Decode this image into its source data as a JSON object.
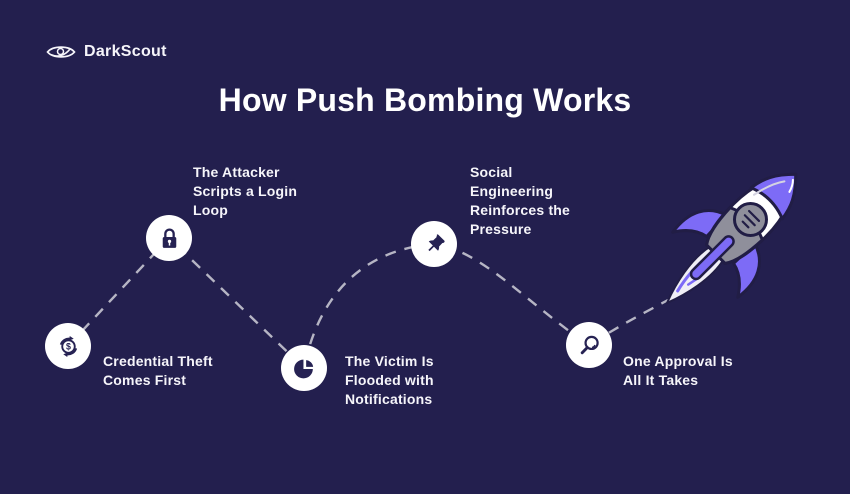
{
  "colors": {
    "background": "#231f4e",
    "accent_purple": "#7d6bf6",
    "rocket_gray": "#8f8f9b",
    "outline_navy": "#211d45",
    "dash_gray": "#b6b5c4",
    "text_white": "#f6f5fa"
  },
  "header": {
    "brand": "DarkScout",
    "logo_icon": "eye-swoosh-icon"
  },
  "title": "How Push Bombing Works",
  "steps": [
    {
      "id": 1,
      "icon": "dollar-cycle-icon",
      "label": "Credential Theft\nComes First"
    },
    {
      "id": 2,
      "icon": "lock-icon",
      "label": "The Attacker\nScripts a Login\nLoop"
    },
    {
      "id": 3,
      "icon": "pie-chart-icon",
      "label": "The Victim Is\nFlooded with\nNotifications"
    },
    {
      "id": 4,
      "icon": "pushpin-icon",
      "label": "Social\nEngineering\nReinforces the\nPressure"
    },
    {
      "id": 5,
      "icon": "magnifier-icon",
      "label": "One Approval Is\nAll It Takes"
    }
  ],
  "illustration": {
    "name": "rocket",
    "style": "outlined cartoon rocket flying up-right with dashed trail"
  }
}
